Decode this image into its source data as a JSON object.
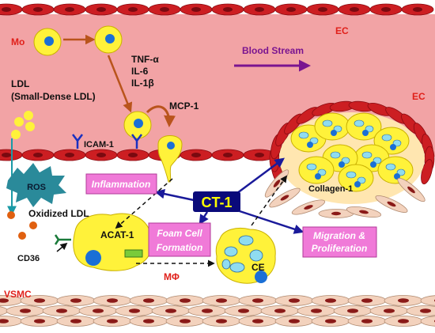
{
  "labels": {
    "ec_top": "EC",
    "ec_right": "EC",
    "blood_stream": "Blood Stream",
    "mo": "Mo",
    "ldl": "LDL",
    "ldl_sub": "(Small-Dense LDL)",
    "tnf": "TNF-α",
    "il6": "IL-6",
    "il1": "IL-1β",
    "mcp1": "MCP-1",
    "icam1": "ICAM-1",
    "ros": "ROS",
    "oxidized_ldl": "Oxidized LDL",
    "cd36": "CD36",
    "acat1": "ACAT-1",
    "mphi": "MΦ",
    "ce": "CE",
    "collagen": "Collagen-1",
    "vsmc": "VSMC",
    "ct1": "CT-1"
  },
  "boxes": {
    "inflammation": "Inflammation",
    "foam_line1": "Foam Cell",
    "foam_line2": "Formation",
    "migration_line1": "Migration &",
    "migration_line2": "Proliferation"
  },
  "colors": {
    "blood": "#f2a3a5",
    "ec_cell": "#cc1e22",
    "ec_nucleus": "#7a0a10",
    "vsmc_cell": "#f3d2bd",
    "vsmc_nucleus": "#8a1a18",
    "cell_yellow": "#fff23a",
    "nucleus_blue": "#1a6fd6",
    "box_pink": "#f07ad8",
    "ct1_navy": "#0a0a7a",
    "ct1_text": "#ffff00",
    "arrow_navy": "#1a1a9a",
    "arrow_brown": "#b9541c",
    "arrow_purple": "#7a1490",
    "label_red": "#e0201a",
    "ldl_teal": "#1a9aa6",
    "ros_teal": "#2a8a9a",
    "oxldl_orange": "#e06010",
    "icam_navy": "#1a30c0",
    "droplet_cyan": "#8fdcf0"
  }
}
